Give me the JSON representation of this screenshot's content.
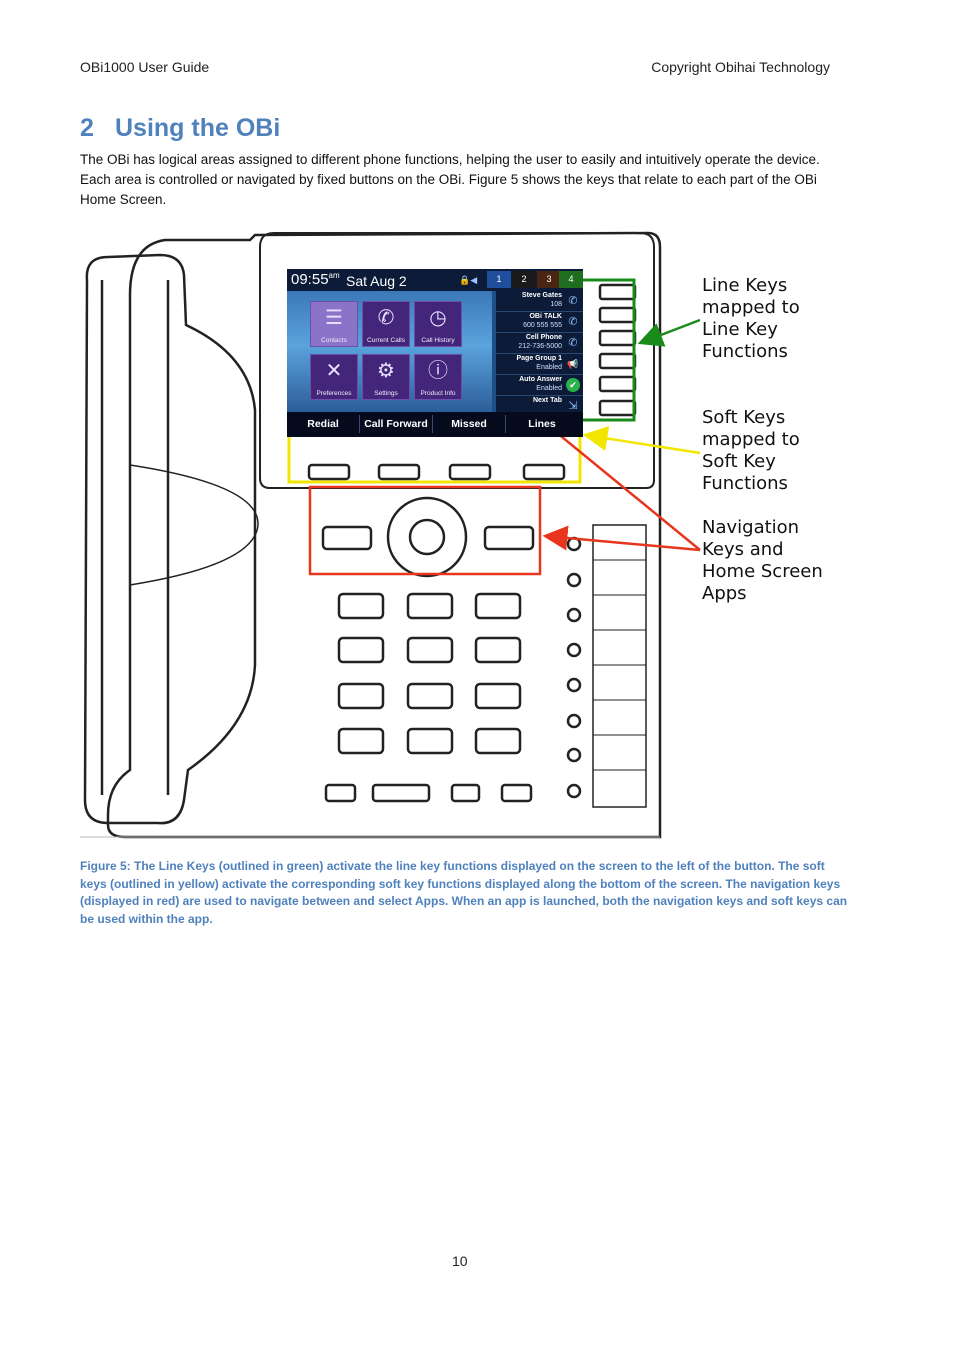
{
  "header": {
    "left": "OBi1000 User Guide",
    "right": "Copyright Obihai Technology"
  },
  "section": {
    "number": "2",
    "title": "Using the OBi"
  },
  "intro": "The OBi has logical areas assigned to different phone functions, helping the user to easily and intuitively operate the device.   Each area is controlled or navigated by fixed buttons on the OBi.  Figure 5 shows the keys that relate to each part of the OBi Home Screen.",
  "figure": {
    "screen": {
      "time": "09:55",
      "ampm": "am",
      "date": "Sat Aug 2",
      "tabs": [
        "1",
        "2",
        "3",
        "4"
      ],
      "apps": [
        {
          "name": "Contacts",
          "icon": "contacts-icon",
          "glyph": "☰"
        },
        {
          "name": "Current Calls",
          "icon": "phone-icon",
          "glyph": "✆"
        },
        {
          "name": "Call History",
          "icon": "history-icon",
          "glyph": "◷"
        },
        {
          "name": "Preferences",
          "icon": "tools-icon",
          "glyph": "✕"
        },
        {
          "name": "Settings",
          "icon": "gears-icon",
          "glyph": "⚙"
        },
        {
          "name": "Product Info",
          "icon": "info-icon",
          "glyph": "ⓘ"
        }
      ],
      "lines": [
        {
          "name": "Steve Gates",
          "detail": "108",
          "icon": "phone-icon",
          "glyph": "✆"
        },
        {
          "name": "OBi TALK",
          "detail": "600 555 555",
          "icon": "phone-icon",
          "glyph": "✆"
        },
        {
          "name": "Cell Phone",
          "detail": "212-736-5000",
          "icon": "phone-icon",
          "glyph": "✆"
        },
        {
          "name": "Page Group 1",
          "detail": "Enabled",
          "icon": "megaphone-icon",
          "glyph": "📢"
        },
        {
          "name": "Auto Answer",
          "detail": "Enabled",
          "icon": "check-icon",
          "glyph": "✔"
        },
        {
          "name": "Next Tab",
          "detail": "",
          "icon": "next-tab-icon",
          "glyph": "⇲"
        }
      ],
      "softkeys": [
        "Redial",
        "Call Forward",
        "Missed",
        "Lines"
      ]
    },
    "labels": {
      "line_keys": "Line Keys\nmapped to\nLine Key\nFunctions",
      "soft_keys": "Soft Keys\nmapped to\nSoft Key\nFunctions",
      "nav_keys": "Navigation\nKeys and\nHome Screen\nApps"
    },
    "colors": {
      "line_keys": "#1a8a1a",
      "soft_keys": "#f2e600",
      "nav_keys": "#e8351e"
    }
  },
  "caption": "Figure 5: The Line Keys (outlined in green) activate the line key functions displayed on the screen to the left of the button.  The soft keys (outlined in yellow) activate the corresponding soft key functions displayed along the bottom of the screen.  The navigation keys (displayed in red) are used to navigate between and select Apps.  When an app is launched, both the navigation keys and soft keys can be used within the app.",
  "page_number": "10"
}
